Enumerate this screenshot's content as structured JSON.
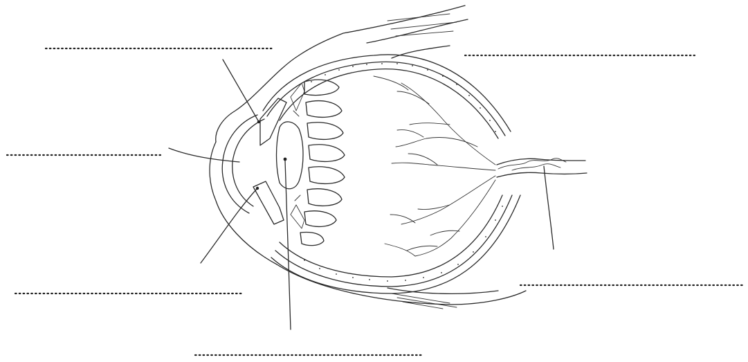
{
  "diagram": {
    "kind": "eye cross-section worksheet",
    "label_blanks": [
      {
        "id": "top-left",
        "value": ""
      },
      {
        "id": "top-right",
        "value": ""
      },
      {
        "id": "mid-left",
        "value": ""
      },
      {
        "id": "bottom-left",
        "value": ""
      },
      {
        "id": "bottom-center",
        "value": ""
      },
      {
        "id": "bottom-right",
        "value": ""
      }
    ],
    "ink_color": "#2a2a2a",
    "background": "#ffffff"
  }
}
